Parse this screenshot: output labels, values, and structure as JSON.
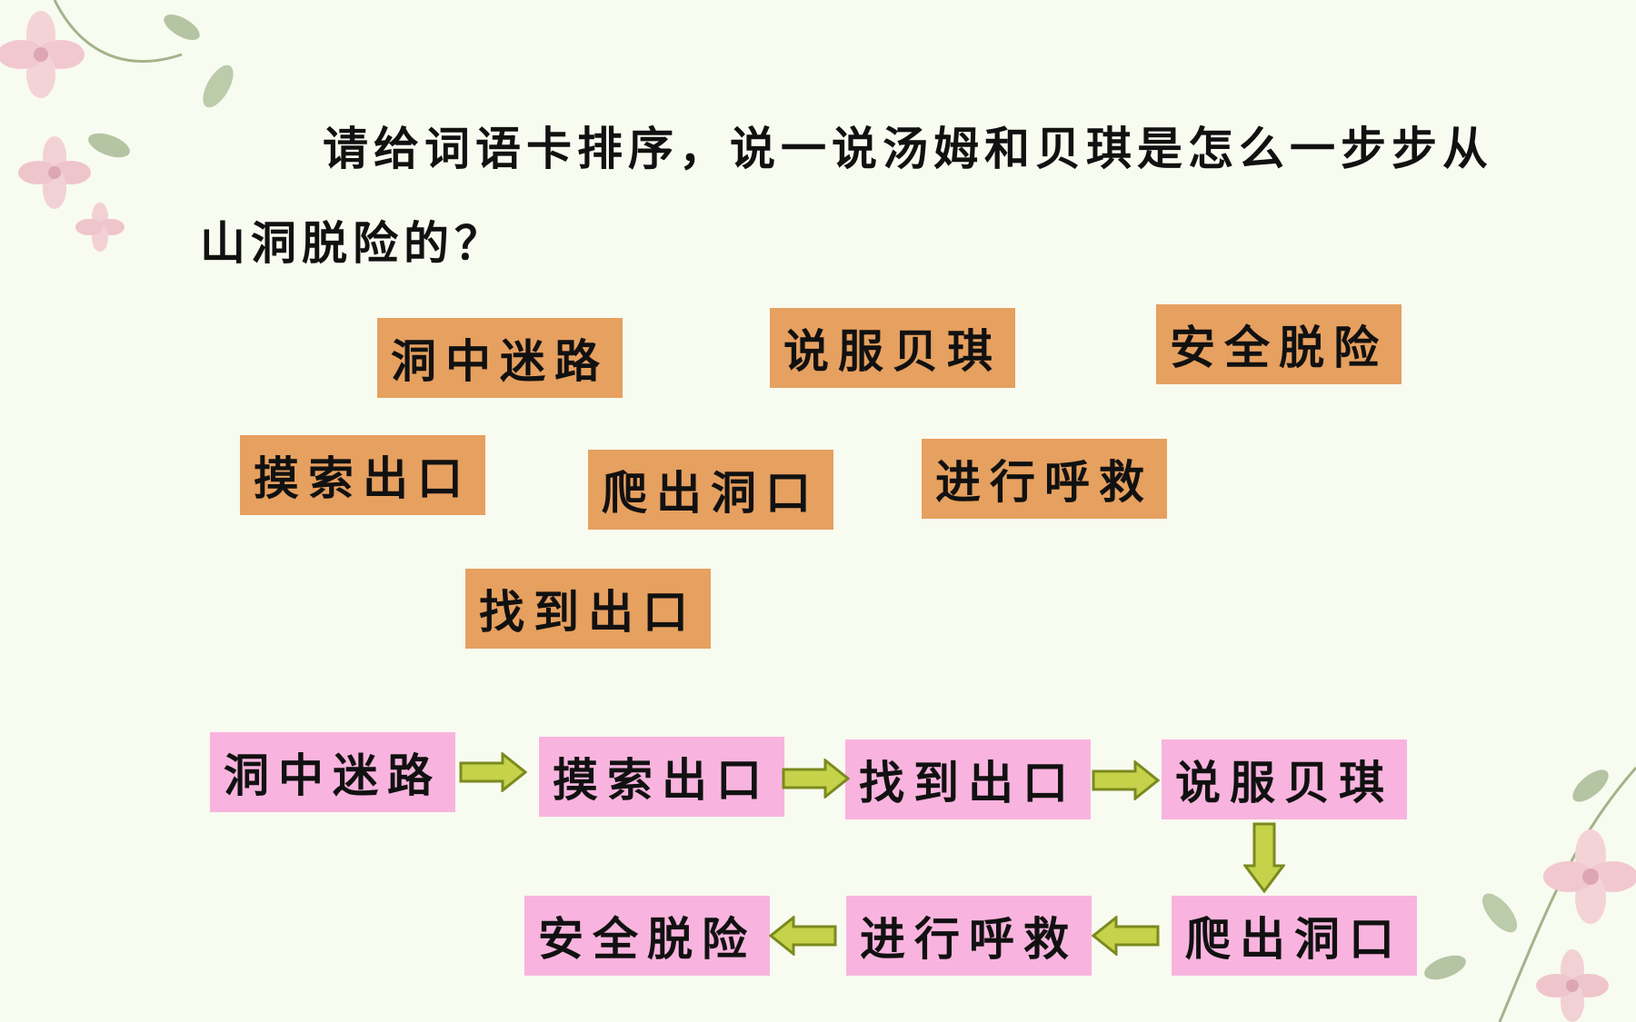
{
  "question": "请给词语卡排序，说一说汤姆和贝琪是怎么一步步从山洞脱险的？",
  "cards": {
    "c1": "洞中迷路",
    "c2": "说服贝琪",
    "c3": "安全脱险",
    "c4": "摸索出口",
    "c5": "爬出洞口",
    "c6": "进行呼救",
    "c7": "找到出口"
  },
  "sequence": {
    "s1": "洞中迷路",
    "s2": "摸索出口",
    "s3": "找到出口",
    "s4": "说服贝琪",
    "s5": "爬出洞口",
    "s6": "进行呼救",
    "s7": "安全脱险"
  },
  "colors": {
    "card_fill": "#e6a05f",
    "sequence_fill": "#f8b4de",
    "arrow_fill": "#c5d24a",
    "arrow_stroke": "#7a8a1e"
  }
}
